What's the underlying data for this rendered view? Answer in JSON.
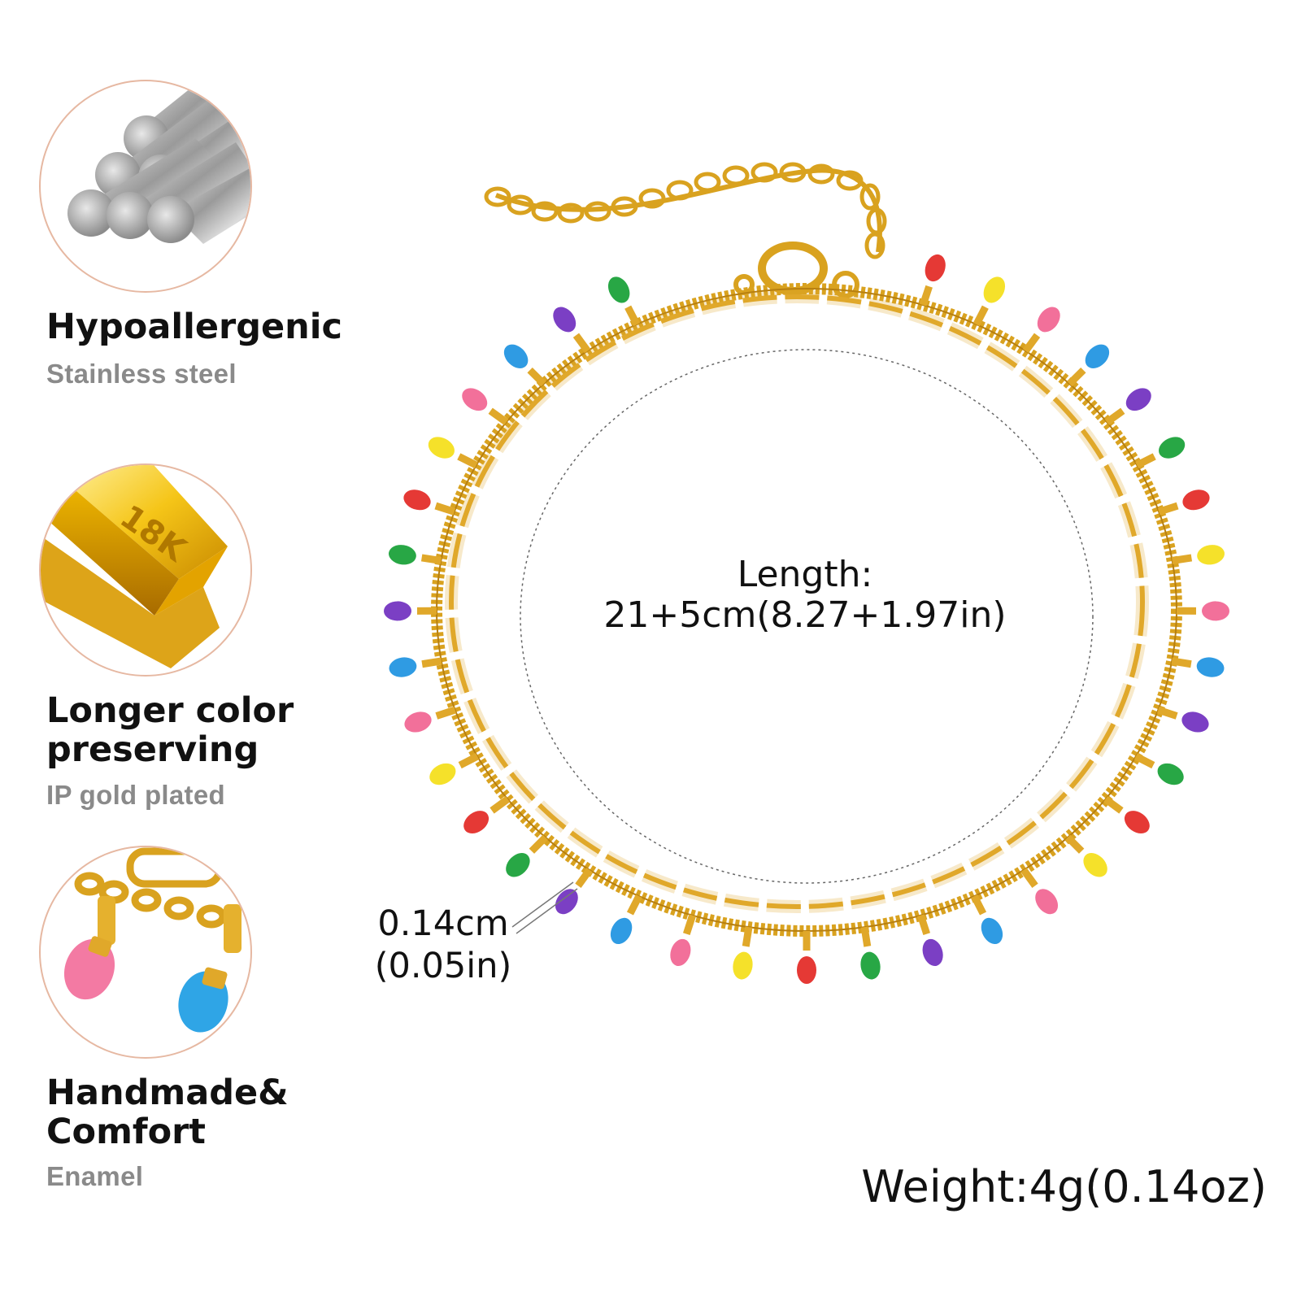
{
  "features": [
    {
      "title": "Hypoallergenic",
      "subtitle": "Stainless steel",
      "icon": "steel-rods-image"
    },
    {
      "title": "Longer color preserving",
      "subtitle": "IP gold plated",
      "icon": "gold-bar-image",
      "badge": "18K"
    },
    {
      "title": "Handmade& Comfort",
      "subtitle": "Enamel",
      "icon": "enamel-charm-closeup-image"
    }
  ],
  "product": {
    "length_label": "Length:",
    "length_value": "21+5cm(8.27+1.97in)",
    "thickness_value": "0.14cm",
    "thickness_inch": "(0.05in)",
    "weight": "Weight:4g(0.14oz)"
  },
  "colors": {
    "gold": "#e0a82a",
    "enamel": [
      "#e53935",
      "#f5e12a",
      "#f2709a",
      "#2f9be3",
      "#7b3fc4",
      "#28a745"
    ],
    "circle_border": "#e6b8a2",
    "subtitle_gray": "#8a8a8a"
  }
}
